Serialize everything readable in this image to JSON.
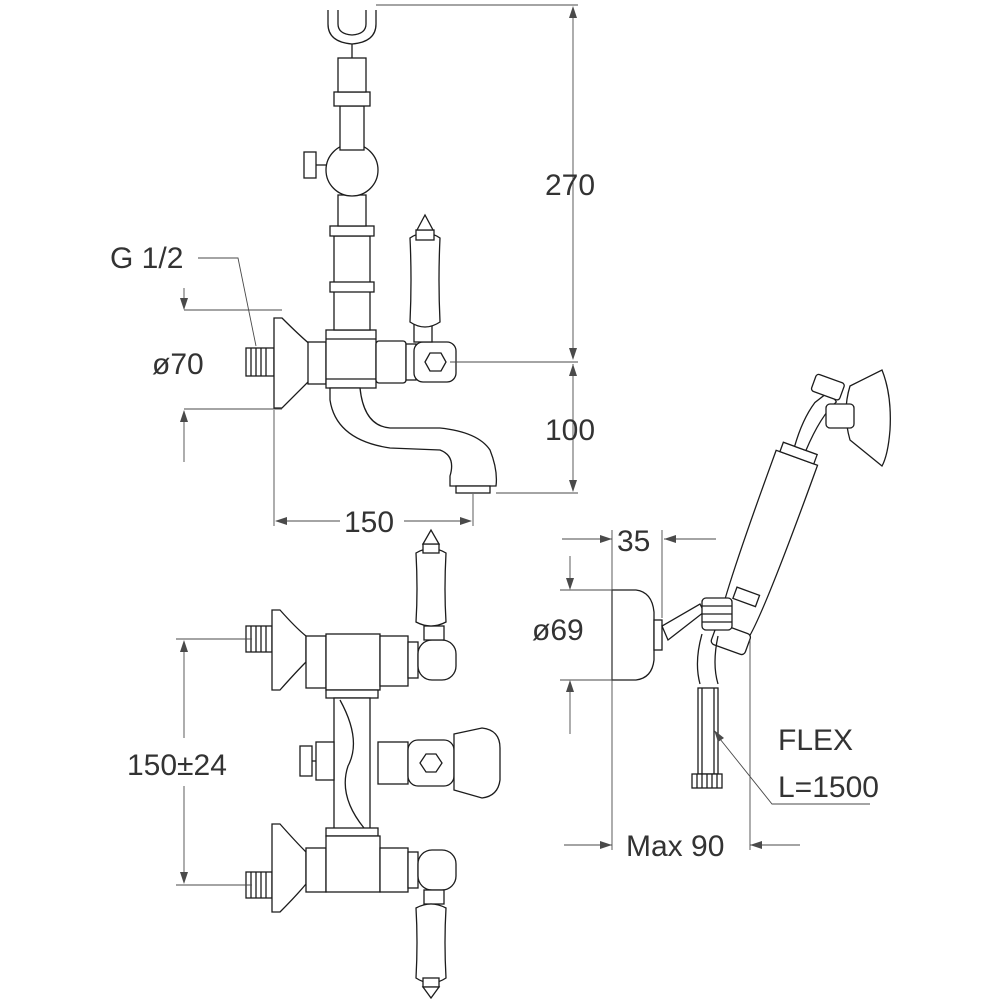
{
  "dimensions": {
    "g_thread": "G 1/2",
    "flange_diameter": "ø70",
    "height_270": "270",
    "height_100": "100",
    "width_150": "150",
    "centers": "150±24",
    "width_35": "35",
    "holder_diameter": "ø69",
    "max_90": "Max 90"
  },
  "hose": {
    "name": "FLEX",
    "length": "L=1500"
  },
  "colors": {
    "line": "#1c1c1c",
    "dimension": "#4a4a4a",
    "text": "#333333"
  }
}
